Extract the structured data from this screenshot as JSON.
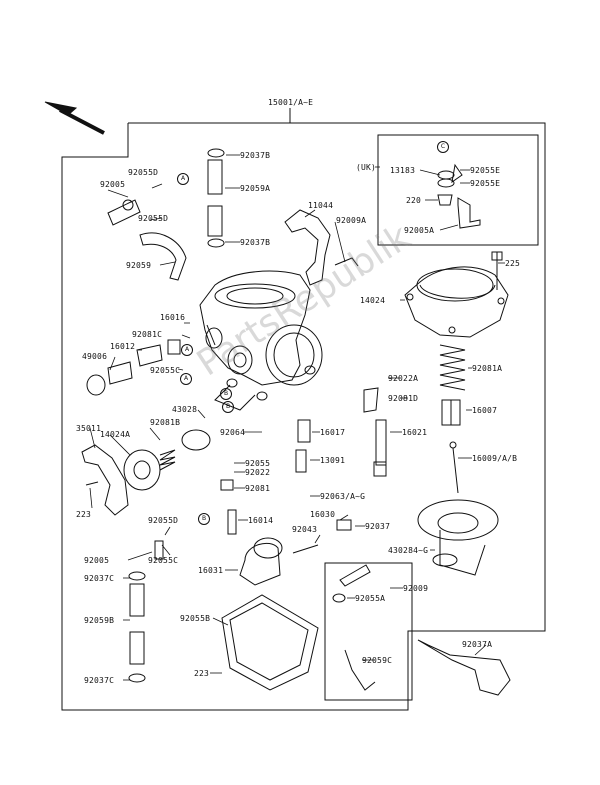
{
  "watermark": "PartsRepublik",
  "colors": {
    "line": "#111111",
    "watermark": "#9a9a9a"
  },
  "labels": {
    "assembly": "15001/A~E",
    "l92037B_top": "92037B",
    "l92059A": "92059A",
    "l92037B_bot": "92037B",
    "l11044": "11044",
    "l92009A": "92009A",
    "l92055D_1": "92055D",
    "l92005_top": "92005",
    "l92055D_2": "92055D",
    "l92059": "92059",
    "l16016": "16016",
    "l92081C": "92081C",
    "l16012": "16012",
    "l49006": "49006",
    "l92055C_mid": "92055C",
    "l43028": "43028",
    "l35011": "35011",
    "l92081B": "92081B",
    "l14024A": "14024A",
    "l223_left": "223",
    "l92064": "92064",
    "l16017": "16017",
    "l16021": "16021",
    "l13091": "13091",
    "l92055": "92055",
    "l92022": "92022",
    "l92081": "92081",
    "l92063": "92063/A~G",
    "l16014": "16014",
    "l92055D_low": "92055D",
    "l92055C_low": "92055C",
    "l16030": "16030",
    "l92037": "92037",
    "l92043": "92043",
    "l92005_low": "92005",
    "l16031": "16031",
    "l92037C_top": "92037C",
    "l92059B": "92059B",
    "l92055B": "92055B",
    "l92055A": "92055A",
    "l92009": "92009",
    "l92059C": "92059C",
    "l223_low": "223",
    "l92037C_bot": "92037C",
    "l92037A": "92037A",
    "lUK": "(UK)",
    "l13183": "13183",
    "l92055E_1": "92055E",
    "l92055E_2": "92055E",
    "l220": "220",
    "l92005A": "92005A",
    "l225": "225",
    "l14024": "14024",
    "l92081A": "92081A",
    "l16007": "16007",
    "l16009": "16009/A/B",
    "l430284": "430284~G",
    "l92022A": "92022A",
    "l92081D": "92081D"
  },
  "callouts": [
    "A",
    "A",
    "A",
    "B",
    "B",
    "B",
    "C"
  ]
}
